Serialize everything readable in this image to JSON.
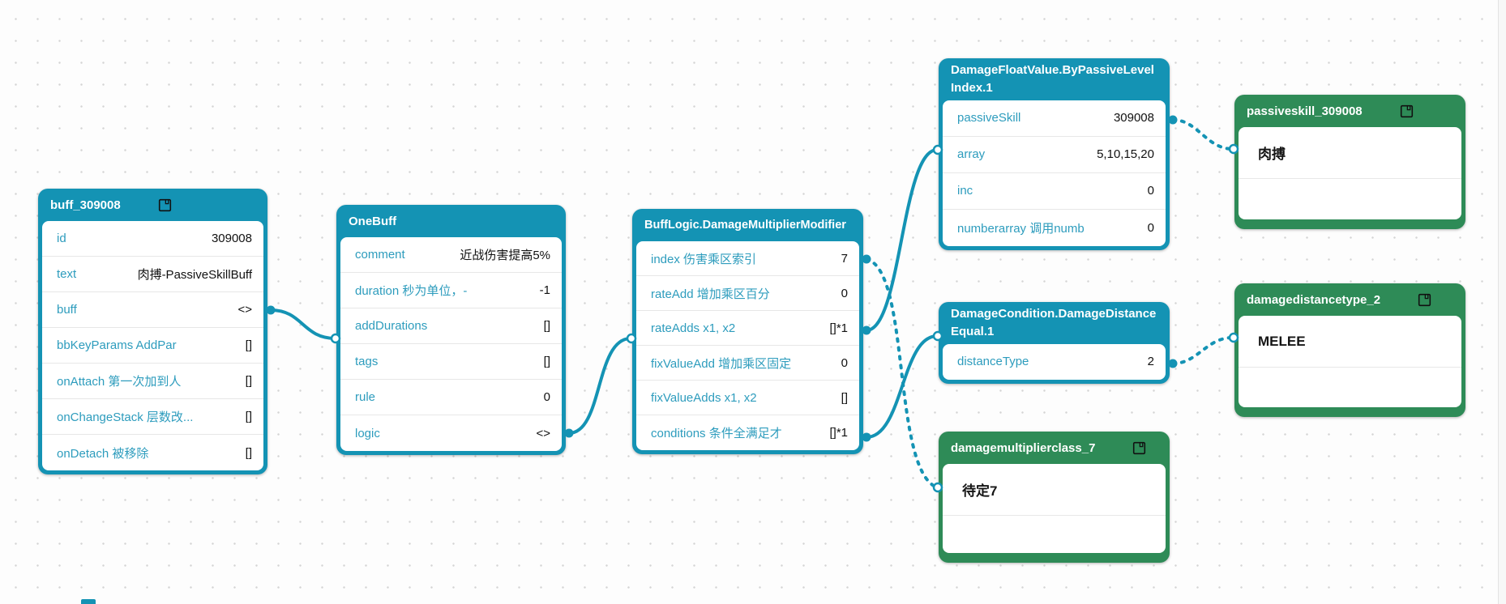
{
  "colors": {
    "teal_node": "#1493b4",
    "green_node": "#2e8b57",
    "row_label": "#2d9cbd",
    "row_value": "#111111",
    "edge": "#1493b4"
  },
  "nodes": {
    "buff": {
      "title": "buff_309008",
      "rows": [
        {
          "label": "id",
          "value": "309008"
        },
        {
          "label": "text",
          "value": "肉搏-PassiveSkillBuff"
        },
        {
          "label": "buff",
          "value": "<>"
        },
        {
          "label": "bbKeyParams AddPar",
          "value": "[]"
        },
        {
          "label": "onAttach 第一次加到人",
          "value": "[]"
        },
        {
          "label": "onChangeStack 层数改...",
          "value": "[]"
        },
        {
          "label": "onDetach 被移除",
          "value": "[]"
        }
      ]
    },
    "onebuff": {
      "title": "OneBuff",
      "rows": [
        {
          "label": "comment",
          "value": "近战伤害提高5%"
        },
        {
          "label": "duration 秒为单位，-",
          "value": "-1"
        },
        {
          "label": "addDurations",
          "value": "[]"
        },
        {
          "label": "tags",
          "value": "[]"
        },
        {
          "label": "rule",
          "value": "0"
        },
        {
          "label": "logic",
          "value": "<>"
        }
      ]
    },
    "multiplier": {
      "title": "BuffLogic.DamageMultiplierModifier",
      "rows": [
        {
          "label": "index 伤害乘区索引",
          "value": "7"
        },
        {
          "label": "rateAdd 增加乘区百分",
          "value": "0"
        },
        {
          "label": "rateAdds x1, x2",
          "value": "[]*1"
        },
        {
          "label": "fixValueAdd 增加乘区固定",
          "value": "0"
        },
        {
          "label": "fixValueAdds x1, x2",
          "value": "[]"
        },
        {
          "label": "conditions 条件全满足才",
          "value": "[]*1"
        }
      ]
    },
    "floatvalue": {
      "title": "DamageFloatValue.ByPassiveLevelIndex.1",
      "rows": [
        {
          "label": "passiveSkill",
          "value": "309008"
        },
        {
          "label": "array",
          "value": "5,10,15,20"
        },
        {
          "label": "inc",
          "value": "0"
        },
        {
          "label": "numberarray 调用numb",
          "value": "0"
        }
      ]
    },
    "condition": {
      "title": "DamageCondition.DamageDistanceEqual.1",
      "rows": [
        {
          "label": "distanceType",
          "value": "2"
        }
      ]
    },
    "passiveskill": {
      "title": "passiveskill_309008",
      "content": "肉搏"
    },
    "distancetype": {
      "title": "damagedistancetype_2",
      "content": "MELEE"
    },
    "multiplierclass": {
      "title": "damagemultiplierclass_7",
      "content": "待定7"
    }
  },
  "edges": [
    {
      "from": "buff_309008.buff",
      "to": "OneBuff",
      "style": "solid"
    },
    {
      "from": "OneBuff.logic",
      "to": "BuffLogic.DamageMultiplierModifier",
      "style": "solid"
    },
    {
      "from": "BuffLogic.DamageMultiplierModifier.rateAdds",
      "to": "DamageFloatValue.ByPassiveLevelIndex.1",
      "style": "solid"
    },
    {
      "from": "BuffLogic.DamageMultiplierModifier.conditions",
      "to": "DamageCondition.DamageDistanceEqual.1",
      "style": "solid"
    },
    {
      "from": "BuffLogic.DamageMultiplierModifier.index",
      "to": "damagemultiplierclass_7",
      "style": "dashed"
    },
    {
      "from": "DamageFloatValue.ByPassiveLevelIndex.1.passiveSkill",
      "to": "passiveskill_309008",
      "style": "dashed"
    },
    {
      "from": "DamageCondition.DamageDistanceEqual.1.distanceType",
      "to": "damagedistancetype_2",
      "style": "dashed"
    }
  ]
}
